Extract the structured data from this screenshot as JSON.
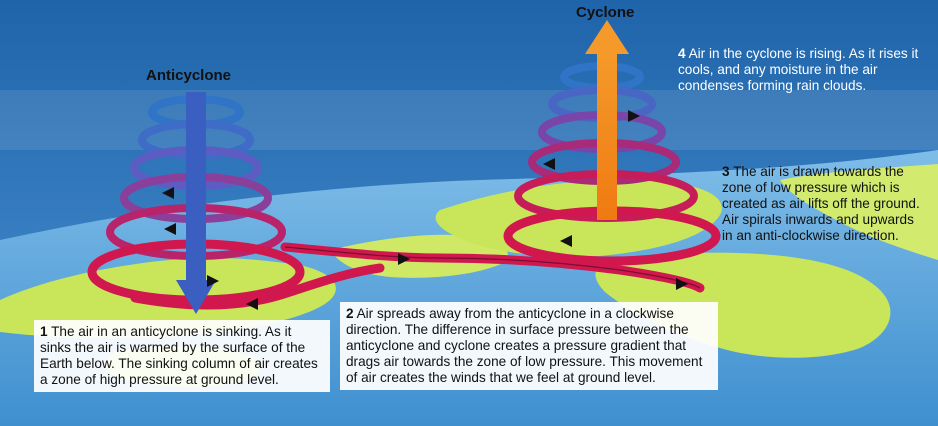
{
  "labels": {
    "anticyclone": "Anticyclone",
    "cyclone": "Cyclone"
  },
  "notes": [
    {
      "num": "1",
      "text": "The air in an anticyclone is sinking. As it sinks the air is warmed by the surface of the Earth below. The sinking column of air creates a zone of high pressure at ground level."
    },
    {
      "num": "2",
      "text": "Air spreads away from the anticyclone in a clockwise direction. The difference in surface pressure between the anticyclone and cyclone creates a pressure gradient that drags air towards the zone of low pressure. This movement of air creates the winds that we feel at ground level."
    },
    {
      "num": "3",
      "text": "The air is drawn towards the zone of low pressure which is created as air lifts off the ground. Air spirals inwards and upwards in an anti-clockwise direction."
    },
    {
      "num": "4",
      "text": "Air in the cyclone is rising. As it rises it cools, and any moisture in the air condenses forming rain clouds."
    }
  ],
  "colors": {
    "sky": "#2a73b8",
    "ocean": "#4f9fd6",
    "land": "#c9e55a",
    "spiral_warm": "#d0184f",
    "spiral_cool": "#2f74c6",
    "sinking_arrow": "#3a5fc0",
    "rising_arrow": "#f28c1e"
  }
}
